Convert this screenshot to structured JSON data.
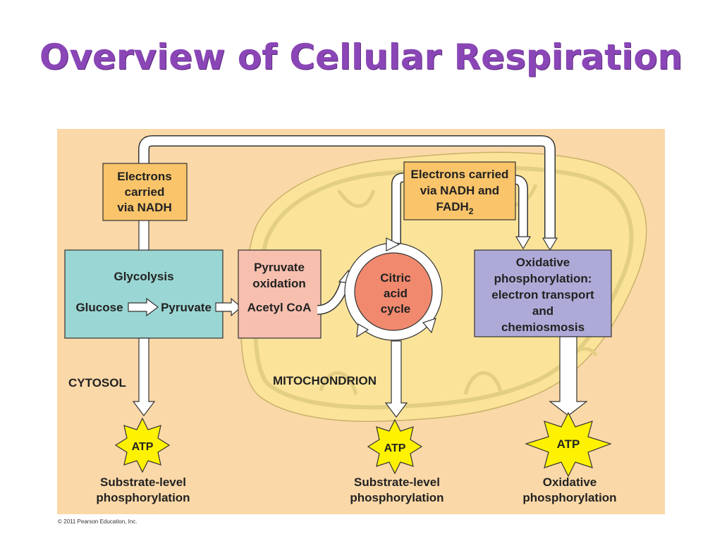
{
  "title": "Overview of Cellular Respiration",
  "boxes": {
    "electrons_left": [
      "Electrons",
      "carried",
      "via NADH"
    ],
    "electrons_right_line1": "Electrons carried",
    "electrons_right_line2": "via NADH and",
    "electrons_right_line3": "FADH",
    "electrons_right_sub": "2",
    "glycolysis": "Glycolysis",
    "glucose": "Glucose",
    "pyruvate": "Pyruvate",
    "pyruvate_oxidation": [
      "Pyruvate",
      "oxidation"
    ],
    "acetyl_coa": "Acetyl CoA",
    "citric_acid_cycle": [
      "Citric",
      "acid",
      "cycle"
    ],
    "oxidative_phosphorylation": [
      "Oxidative",
      "phosphorylation:",
      "electron transport",
      "and",
      "chemiosmosis"
    ]
  },
  "regions": {
    "cytosol": "CYTOSOL",
    "mitochondrion": "MITOCHONDRION"
  },
  "atp": {
    "label": "ATP",
    "left_caption": [
      "Substrate-level",
      "phosphorylation"
    ],
    "middle_caption": [
      "Substrate-level",
      "phosphorylation"
    ],
    "right_caption": [
      "Oxidative",
      "phosphorylation"
    ]
  },
  "copyright": "© 2011 Pearson Education, Inc.",
  "colors": {
    "title": "#7a3aa6",
    "panel": "#fbd8a8",
    "mitochondrion": "#fbe49a",
    "electron_box": "#f9c46a",
    "glycolysis_box": "#9ad6d3",
    "pyruvate_box": "#f7bfae",
    "citric_circle": "#f0896e",
    "oxidative_box": "#aeaad8",
    "atp_star": "#fff200"
  }
}
